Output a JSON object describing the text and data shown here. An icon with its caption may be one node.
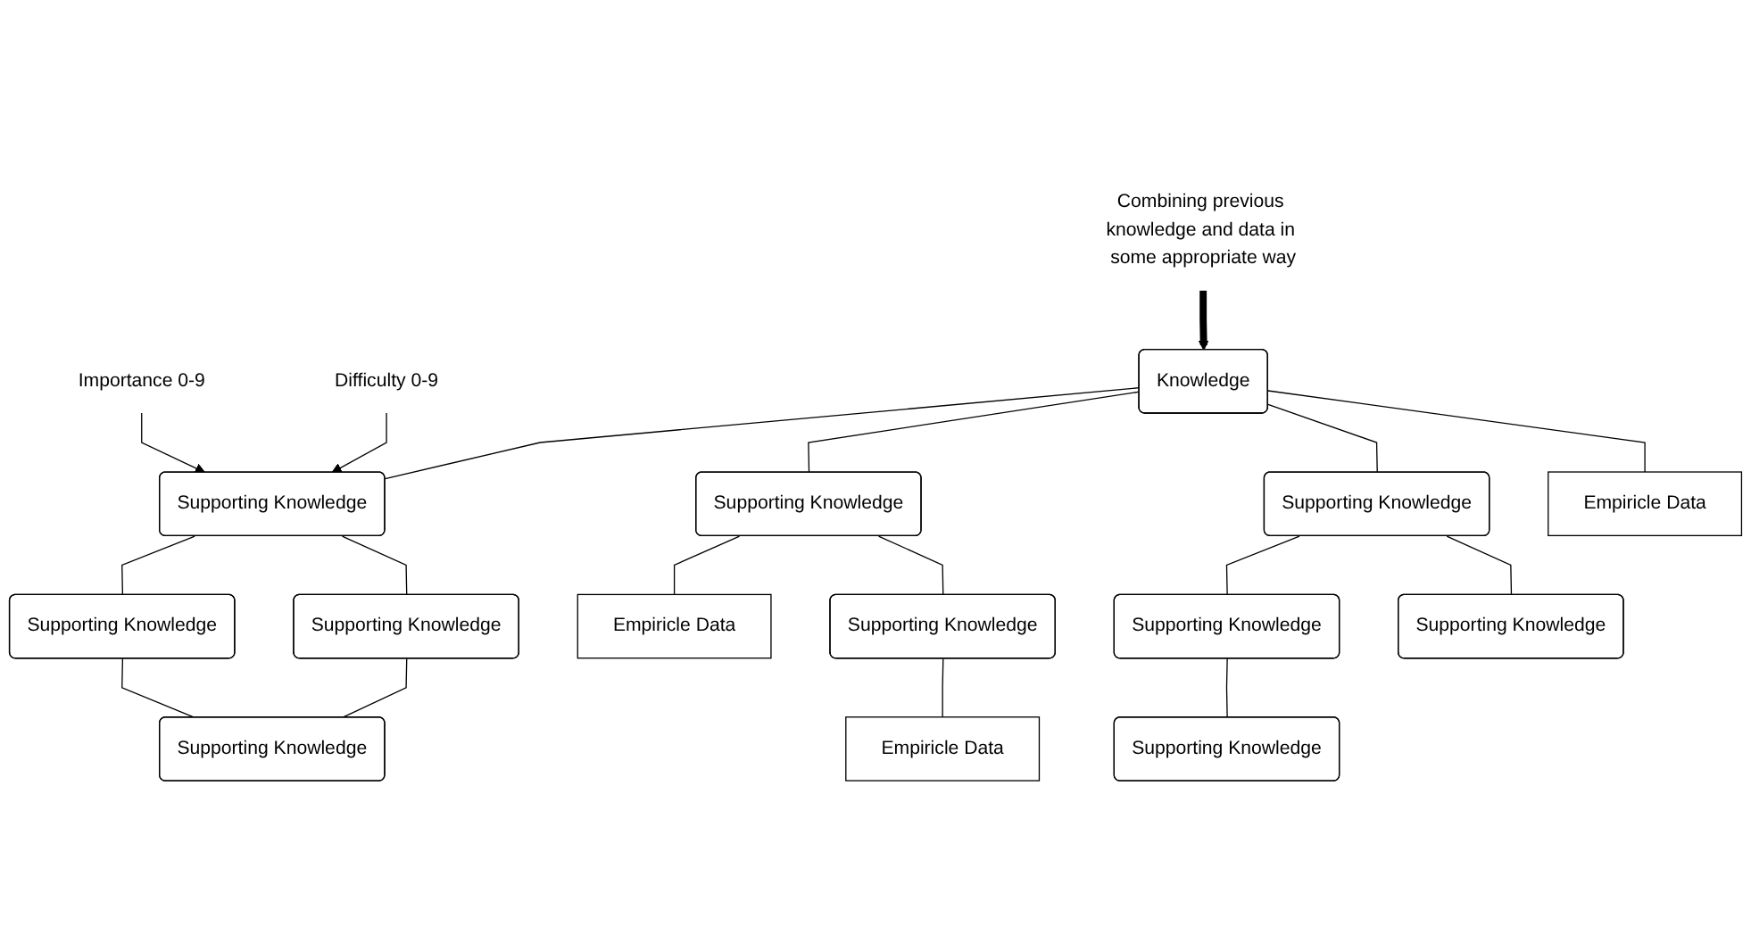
{
  "diagram": {
    "nodes": [
      {
        "text": [
          "Combining previous knowledge and data in some appropriate way"
        ]
      },
      {
        "text": [
          "Importance 0-9"
        ]
      },
      {
        "text": [
          "Knowledge"
        ]
      },
      {
        "text": [
          "Difficulty 0-9"
        ]
      },
      {
        "text": [
          "Supporting Knowledge"
        ]
      },
      {
        "text": [
          "Supporting Knowledge"
        ]
      },
      {
        "text": [
          "Supporting Knowledge"
        ]
      },
      {
        "text": [
          "Empiricle Data"
        ]
      },
      {
        "text": [
          "Supporting Knowledge"
        ]
      },
      {
        "text": [
          "Supporting Knowledge"
        ]
      },
      {
        "text": [
          "Empiricle Data"
        ]
      },
      {
        "text": [
          "Supporting Knowledge"
        ]
      },
      {
        "text": [
          "Supporting Knowledge"
        ]
      },
      {
        "text": [
          "Supporting Knowledge"
        ]
      },
      {
        "text": [
          "Supporting Knowledge"
        ]
      },
      {
        "text": [
          "Empiricle Data"
        ]
      },
      {
        "text": [
          "Supporting Knowledge"
        ]
      }
    ],
    "edges": [
      {
        "from": 0,
        "to": 2,
        "arrow": "to",
        "style": "thick"
      },
      {
        "from": 1,
        "to": 4,
        "arrow": "to"
      },
      {
        "from": 3,
        "to": 4,
        "arrow": "to"
      },
      {
        "from": 2,
        "to": 4,
        "arrow": "none"
      },
      {
        "from": 2,
        "to": 5,
        "arrow": "none"
      },
      {
        "from": 2,
        "to": 6,
        "arrow": "none"
      },
      {
        "from": 2,
        "to": 7,
        "arrow": "none"
      },
      {
        "from": 4,
        "to": 8,
        "arrow": "none"
      },
      {
        "from": 4,
        "to": 9,
        "arrow": "none"
      },
      {
        "from": 5,
        "to": 10,
        "arrow": "none"
      },
      {
        "from": 5,
        "to": 11,
        "arrow": "none"
      },
      {
        "from": 6,
        "to": 12,
        "arrow": "none"
      },
      {
        "from": 6,
        "to": 13,
        "arrow": "none"
      },
      {
        "from": 8,
        "to": 14,
        "arrow": "none"
      },
      {
        "from": 9,
        "to": 14,
        "arrow": "none"
      },
      {
        "from": 11,
        "to": 15,
        "arrow": "none"
      },
      {
        "from": 12,
        "to": 16,
        "arrow": "none"
      }
    ]
  }
}
